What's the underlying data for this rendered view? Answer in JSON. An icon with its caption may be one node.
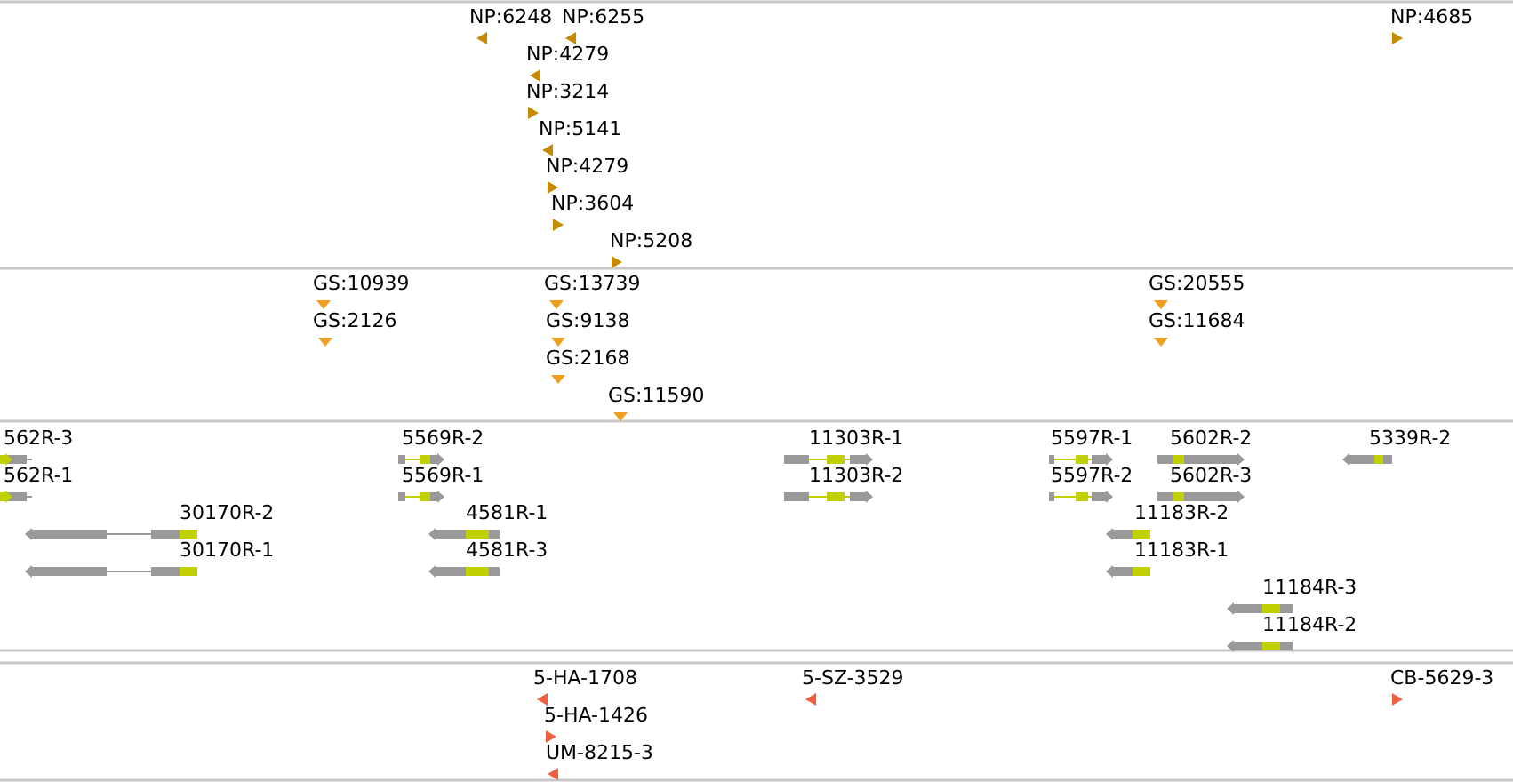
{
  "diagram": {
    "labels": [
      "NP:6248",
      "NP:6255",
      "NP:4685",
      "NP:4279",
      "NP:3214",
      "NP:5141",
      "NP:4279",
      "NP:3604",
      "NP:5208",
      "GS:10939",
      "GS:13739",
      "GS:20555",
      "GS:2126",
      "GS:9138",
      "GS:11684",
      "GS:2168",
      "GS:11590",
      "562R-3",
      "5569R-2",
      "11303R-1",
      "5597R-1",
      "5602R-2",
      "5339R-2",
      "562R-1",
      "5569R-1",
      "11303R-2",
      "5597R-2",
      "5602R-3",
      "30170R-2",
      "4581R-1",
      "11183R-2",
      "30170R-1",
      "4581R-3",
      "11183R-1",
      "11184R-3",
      "11184R-2",
      "5-HA-1708",
      "5-SZ-3529",
      "CB-5629-3",
      "5-HA-1426",
      "UM-8215-3"
    ]
  }
}
